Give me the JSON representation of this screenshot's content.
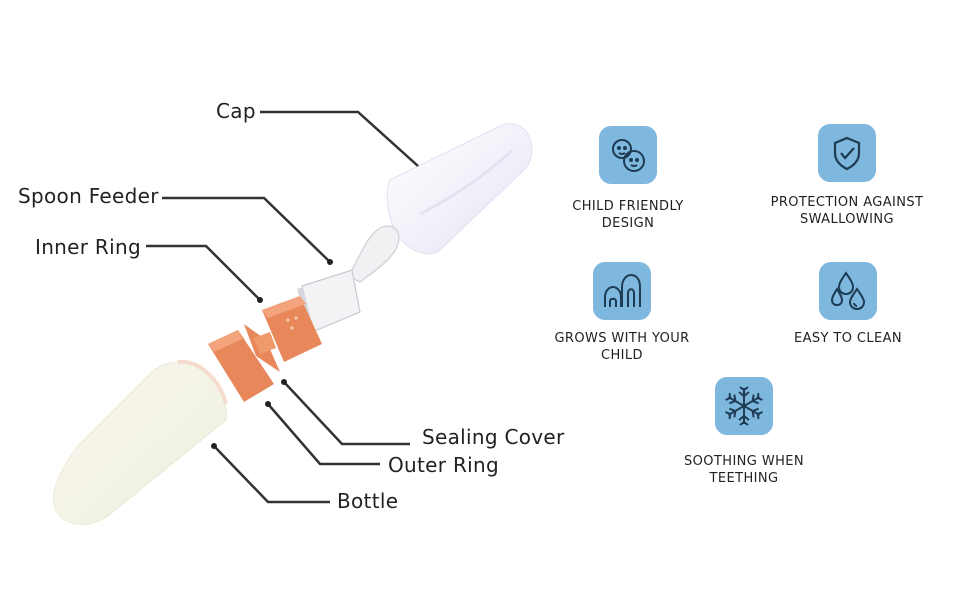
{
  "parts": {
    "cap": "Cap",
    "spoon_feeder": "Spoon Feeder",
    "inner_ring": "Inner Ring",
    "sealing_cover": "Sealing Cover",
    "outer_ring": "Outer Ring",
    "bottle": "Bottle"
  },
  "features": [
    {
      "icon": "baby-faces-icon",
      "line1": "CHILD FRIENDLY",
      "line2": "DESIGN"
    },
    {
      "icon": "shield-check-icon",
      "line1": "PROTECTION AGAINST",
      "line2": "SWALLOWING"
    },
    {
      "icon": "pacifier-growth-icon",
      "line1": "GROWS WITH YOUR",
      "line2": "CHILD"
    },
    {
      "icon": "water-drops-icon",
      "line1": "EASY TO CLEAN",
      "line2": ""
    },
    {
      "icon": "snowflake-icon",
      "line1": "SOOTHING WHEN",
      "line2": "TEETHING"
    }
  ],
  "colors": {
    "badge": "#7eb8df",
    "icon_stroke": "#1d3b52",
    "ring": "#e8875a",
    "cap": "#eeeef8",
    "bottle": "#f3f3e6"
  }
}
